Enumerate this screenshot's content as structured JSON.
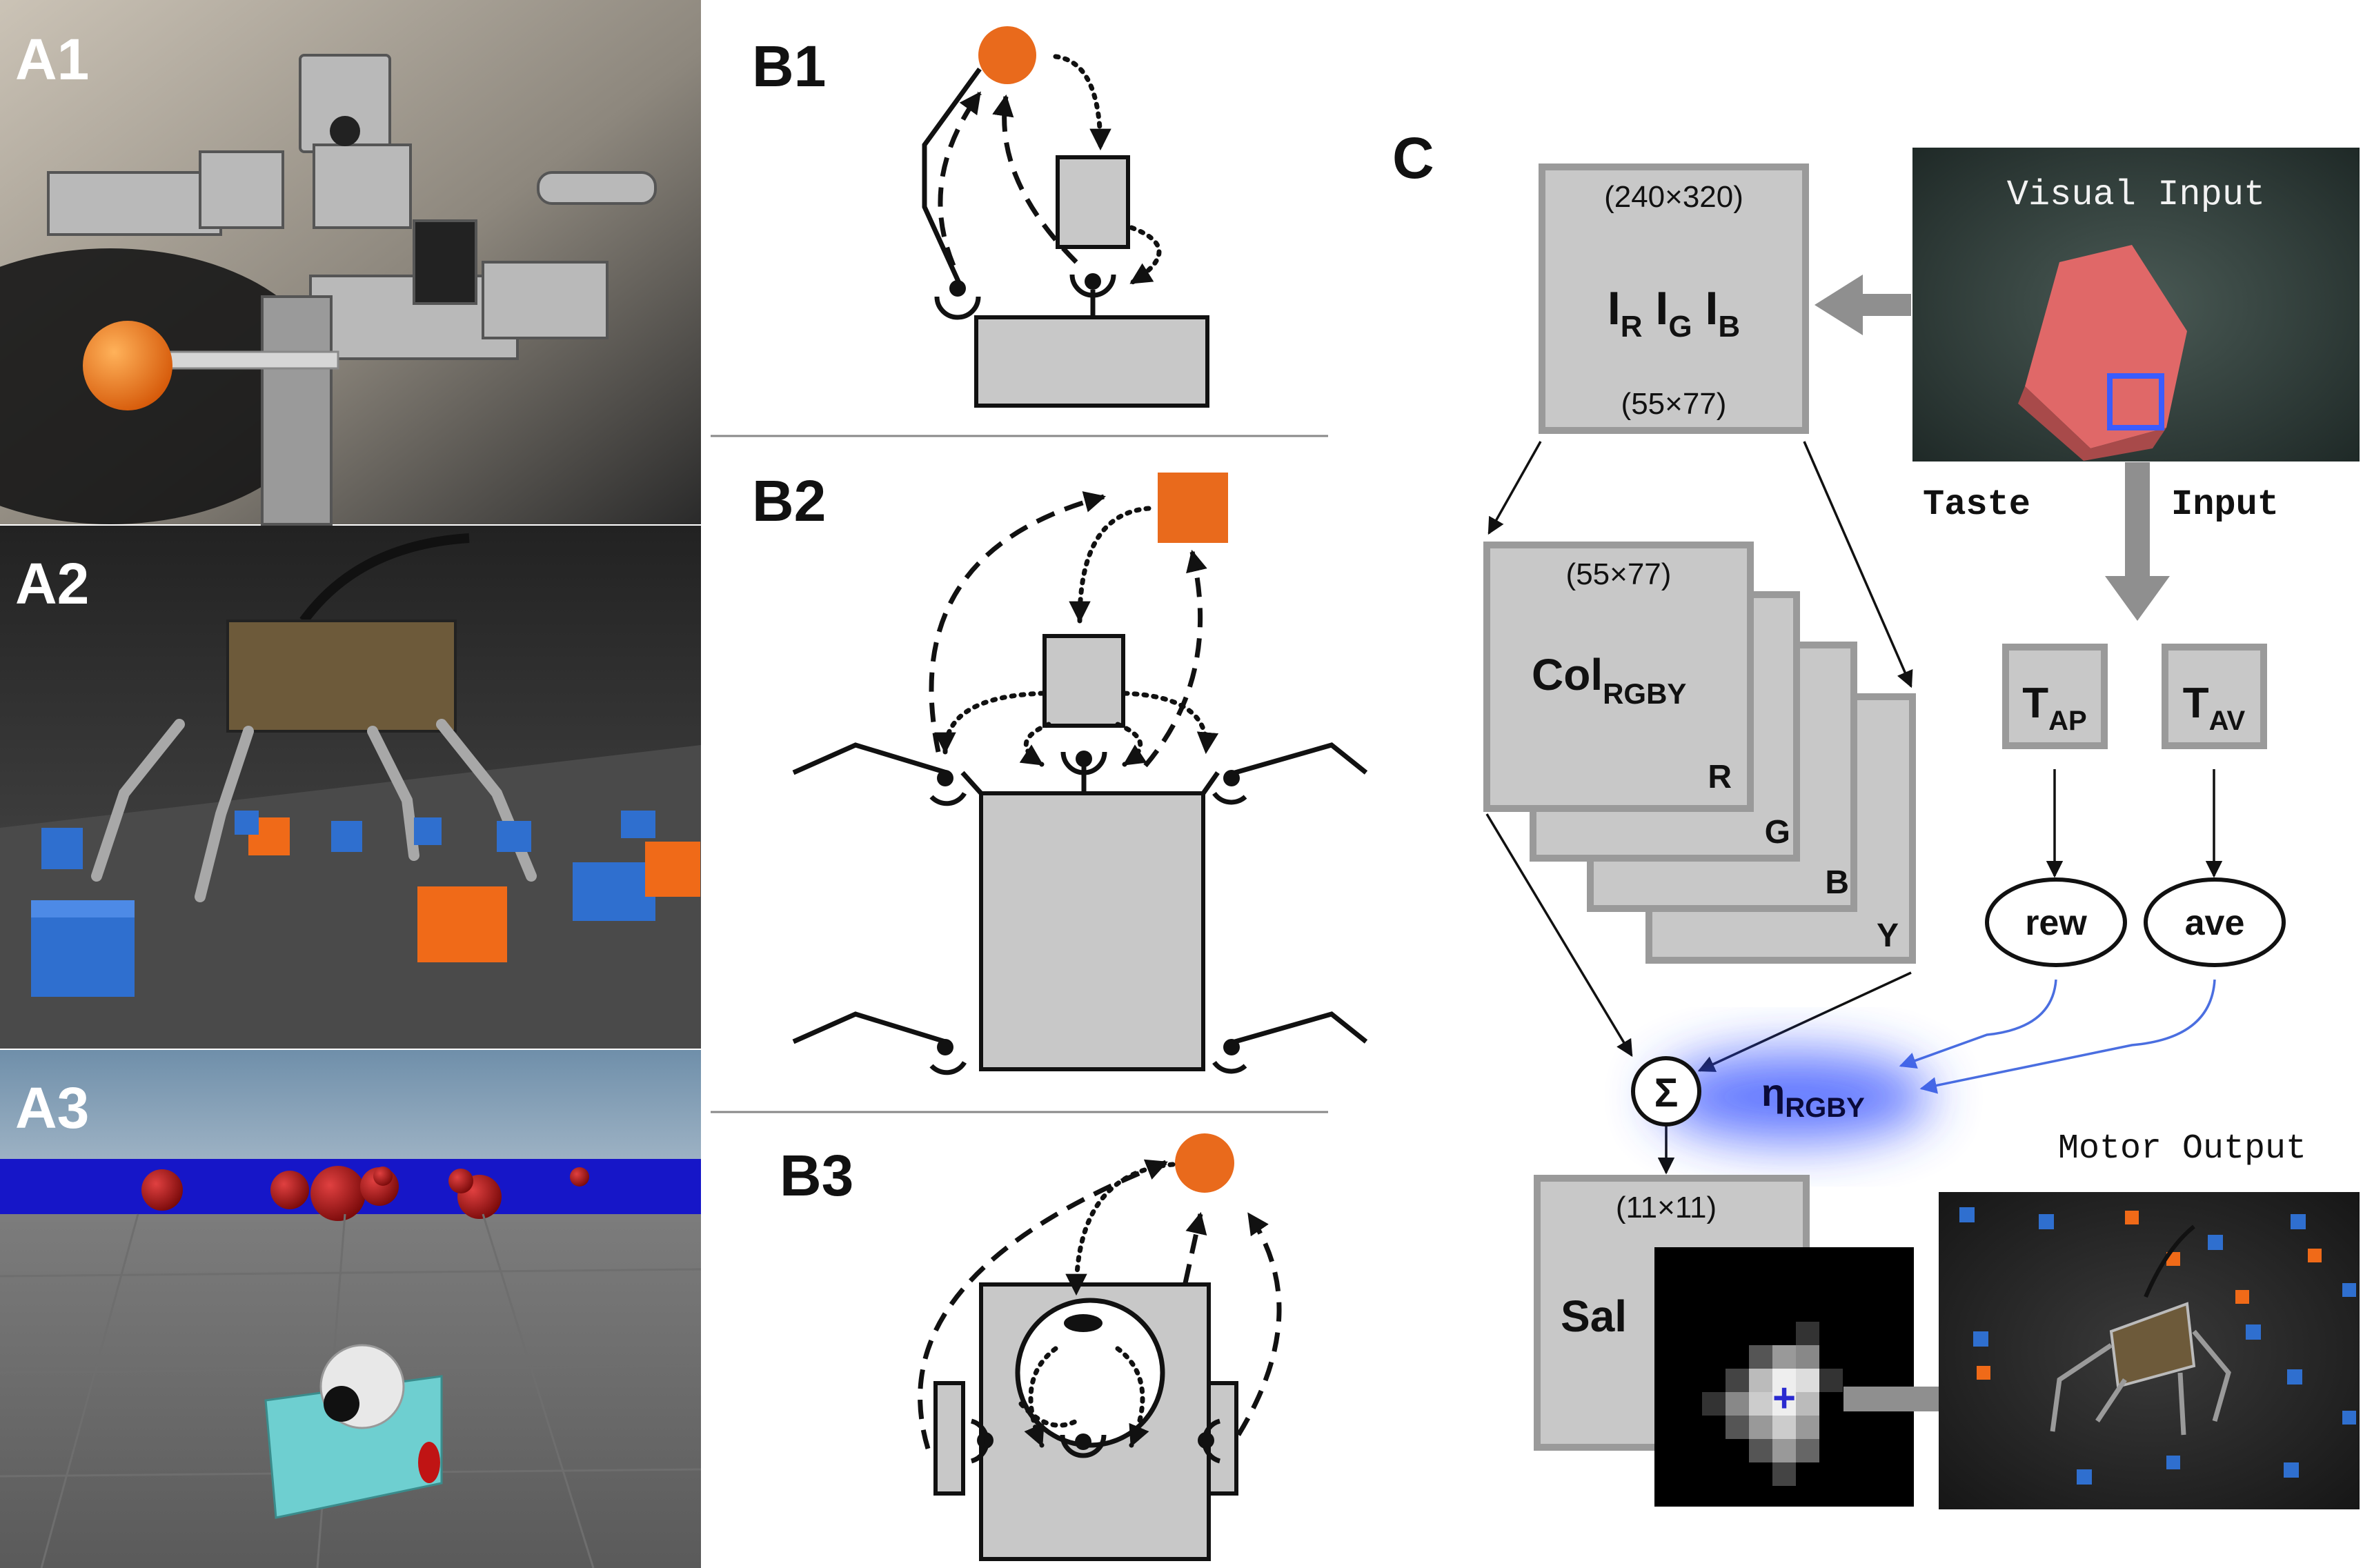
{
  "panels": {
    "a1": {
      "label": "A1"
    },
    "a2": {
      "label": "A2"
    },
    "a3": {
      "label": "A3"
    },
    "b1": {
      "label": "B1"
    },
    "b2": {
      "label": "B2"
    },
    "b3": {
      "label": "B3"
    },
    "c": {
      "label": "C"
    }
  },
  "diagram_c": {
    "input_box": {
      "top": "(240×320)",
      "channels": {
        "r": "R",
        "g": "G",
        "b": "B"
      },
      "bottom": "(55×77)"
    },
    "color_box": {
      "size": "(55×77)",
      "label_main": "Col",
      "label_sub": "RGBY",
      "layers": [
        "R",
        "G",
        "B",
        "Y"
      ]
    },
    "visual_input": {
      "label": "Visual Input"
    },
    "taste_input": {
      "label_left": "Taste",
      "label_right": "Input"
    },
    "taste_ap": {
      "main": "T",
      "sub": "AP"
    },
    "taste_av": {
      "main": "T",
      "sub": "AV"
    },
    "reward": {
      "label": "rew"
    },
    "aversive": {
      "label": "ave"
    },
    "sum": {
      "symbol": "Σ"
    },
    "eta": {
      "main": "η",
      "sub": "RGBY"
    },
    "saliency": {
      "size": "(11×11)",
      "label": "Sal",
      "marker": "+"
    },
    "motor_output": {
      "label": "Motor Output"
    }
  },
  "colors": {
    "orange": "#e96a1c",
    "box_fill": "#c8c8c8",
    "box_stroke": "#9a9a9a",
    "glow": "#2f4cff",
    "blue_line": "#4a6ee0"
  },
  "icons": [
    "orange-ball-icon",
    "orange-cube-icon",
    "joint-icon",
    "robot-photo",
    "camera-image",
    "saliency-map"
  ]
}
